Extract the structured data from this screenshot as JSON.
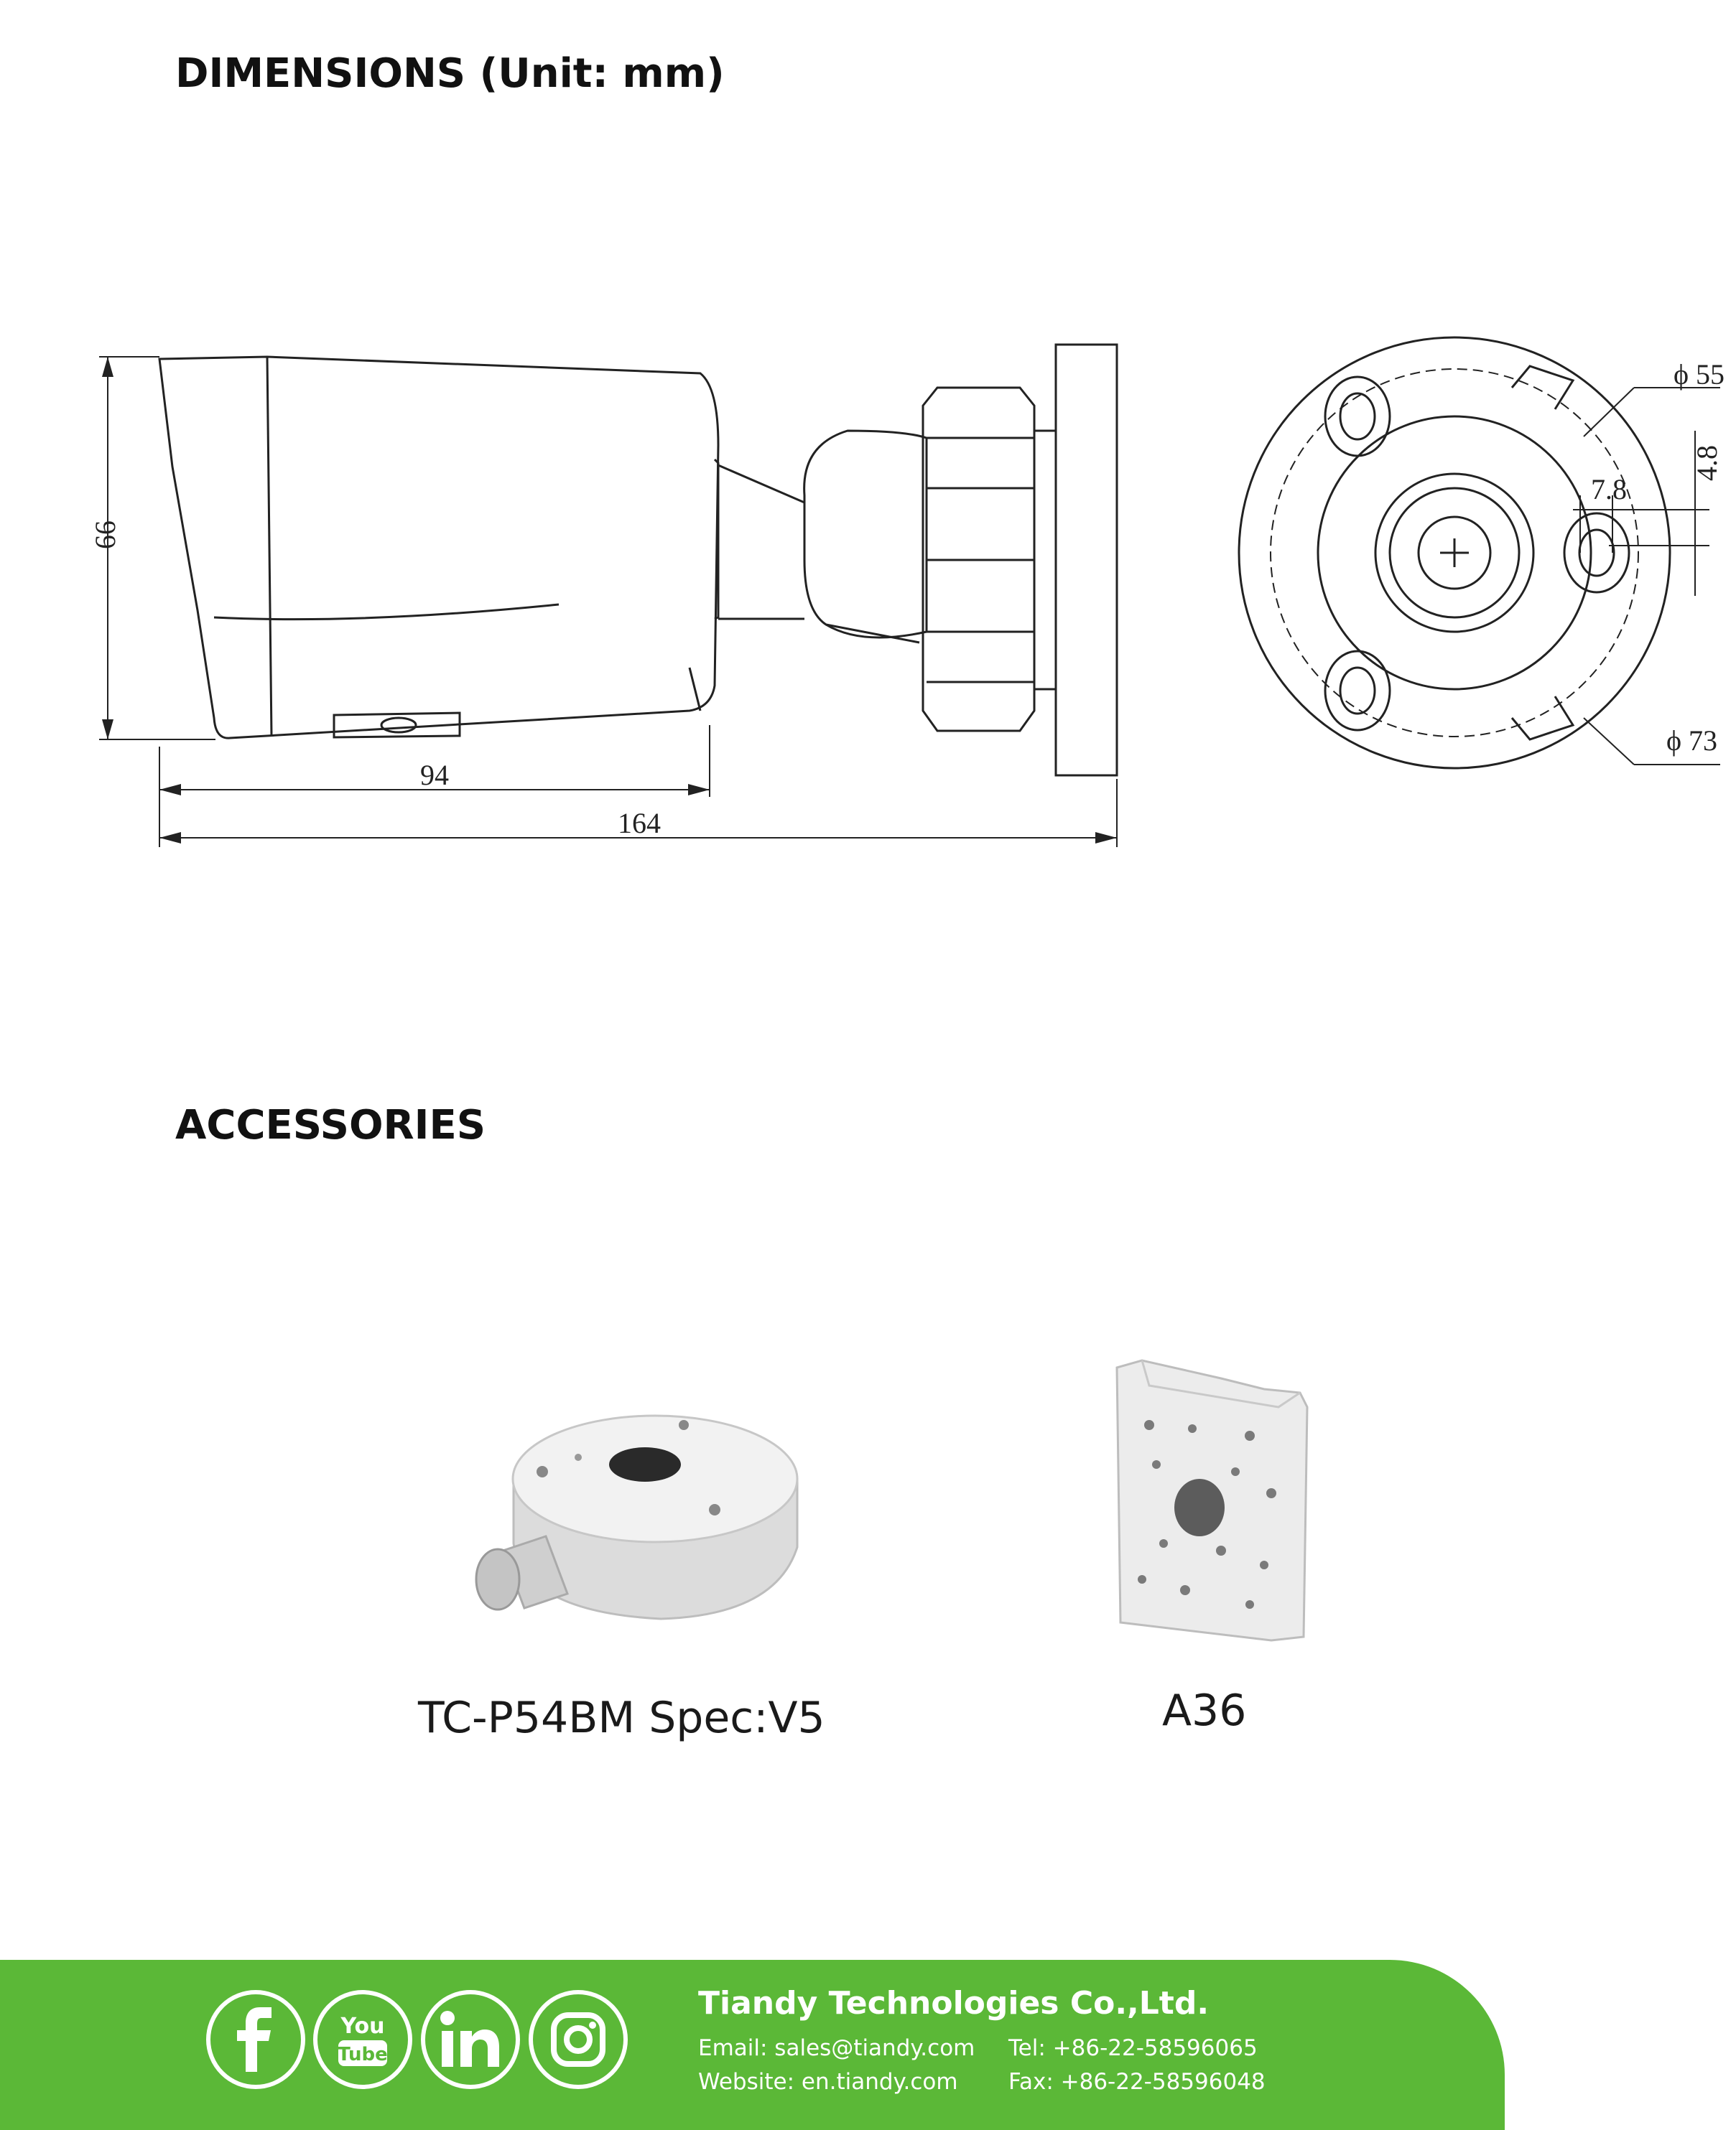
{
  "dimensions": {
    "title": "DIMENSIONS (Unit: mm)",
    "height_label": "66",
    "length_body_label": "94",
    "length_total_label": "164",
    "phi55_label": "ϕ 55",
    "phi73_label": "ϕ 73",
    "d78_label": "7.8",
    "d48_label": "4.8"
  },
  "accessories": {
    "title": "ACCESSORIES",
    "items": [
      {
        "label": "TC-P54BM Spec:V5"
      },
      {
        "label": "A36"
      }
    ]
  },
  "footer": {
    "company": "Tiandy Technologies Co.,Ltd.",
    "email": "Email: sales@tiandy.com",
    "website": "Website: en.tiandy.com",
    "tel": "Tel: +86-22-58596065",
    "fax": "Fax: +86-22-58596048",
    "social_icons": [
      "facebook-icon",
      "youtube-icon",
      "linkedin-icon",
      "instagram-icon"
    ],
    "color": "#5bb837"
  }
}
